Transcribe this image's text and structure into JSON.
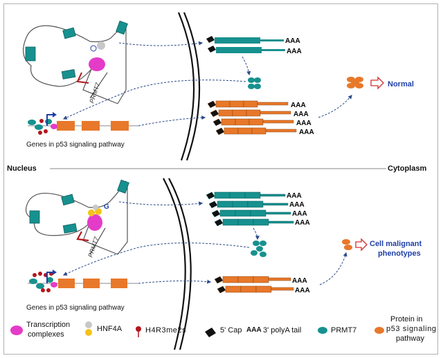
{
  "labels": {
    "nucleus": "Nucleus",
    "cytoplasm": "Cytoplasm",
    "prmt7_top": "PRMT7",
    "prmt7_bottom": "PRMT7",
    "genes_top": "Genes in p53 signaling pathway",
    "genes_bottom": "Genes in p53 signaling pathway",
    "normal": "Normal",
    "malignant_line1": "Cell malignant",
    "malignant_line2": "phenotypes",
    "g_label": "G",
    "polyA": "AAA"
  },
  "legend": {
    "transcription_line1": "Transcription",
    "transcription_line2": "complexes",
    "hnf4a": "HNF4A",
    "h4r3me2s": "H4R3me2s",
    "cap": "5' Cap",
    "polyA_symbol": "AAA",
    "polyA_text": "3' polyA tail",
    "prmt7": "PRMT7",
    "protein_line1": "Protein in",
    "protein_line2": "p53 signaling",
    "protein_line3": "pathway"
  },
  "colors": {
    "teal": "#17918f",
    "orange": "#e8782a",
    "magenta": "#e43cc8",
    "red": "#b3171d",
    "yellow": "#f4c21a",
    "grey": "#c8c8c8",
    "blue_text": "#1f3fa6",
    "arrow": "#2a4a8a"
  }
}
